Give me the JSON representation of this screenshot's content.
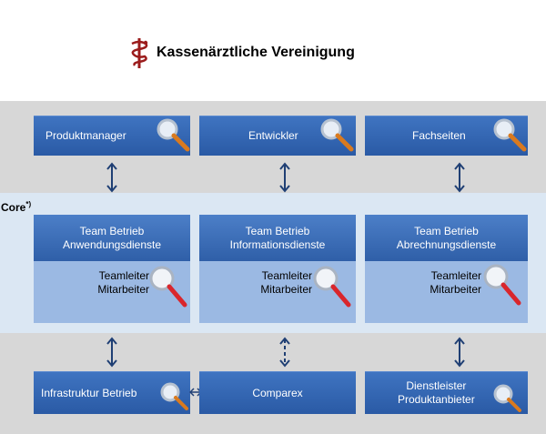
{
  "header": {
    "title": "Kassenärztliche Vereinigung"
  },
  "core": {
    "label": "Core",
    "footnote_mark": "*)"
  },
  "top_row": [
    {
      "label": "Produktmanager"
    },
    {
      "label": "Entwickler"
    },
    {
      "label": "Fachseiten"
    }
  ],
  "teams": [
    {
      "line1": "Team Betrieb",
      "line2": "Anwendungsdienste",
      "lead": "Teamleiter",
      "staff": "Mitarbeiter"
    },
    {
      "line1": "Team Betrieb",
      "line2": "Informationsdienste",
      "lead": "Teamleiter",
      "staff": "Mitarbeiter"
    },
    {
      "line1": "Team Betrieb",
      "line2": "Abrechnungsdienste",
      "lead": "Teamleiter",
      "staff": "Mitarbeiter"
    }
  ],
  "bottom_row": [
    {
      "label": "Infrastruktur Betrieb"
    },
    {
      "label": "Comparex"
    },
    {
      "line1": "Dienstleister",
      "line2": "Produktanbieter"
    }
  ],
  "colors": {
    "box_blue": "#2f62ad",
    "team_body": "#9bb9e3",
    "core_band": "#dbe7f3",
    "grey_band": "#d7d7d7",
    "logo_red": "#9b1c1c"
  }
}
